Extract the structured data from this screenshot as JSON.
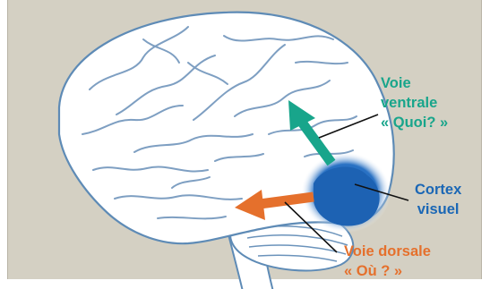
{
  "figure": {
    "heading_fragment": "",
    "colors": {
      "ventral": "#18a58b",
      "dorsal": "#e5702c",
      "visual_cortex": "#1b67b5",
      "brain_fill": "#ffffff",
      "brain_outline": "#5e8bb6",
      "panel_bg": "#d4d0c3"
    },
    "labels": {
      "ventral_line1": "Voie",
      "ventral_line2": "ventrale",
      "ventral_line3": "« Quoi? »",
      "visual_line1": "Cortex",
      "visual_line2": "visuel",
      "dorsal_line1": "Voie dorsale",
      "dorsal_line2": "« Où ? »"
    }
  }
}
